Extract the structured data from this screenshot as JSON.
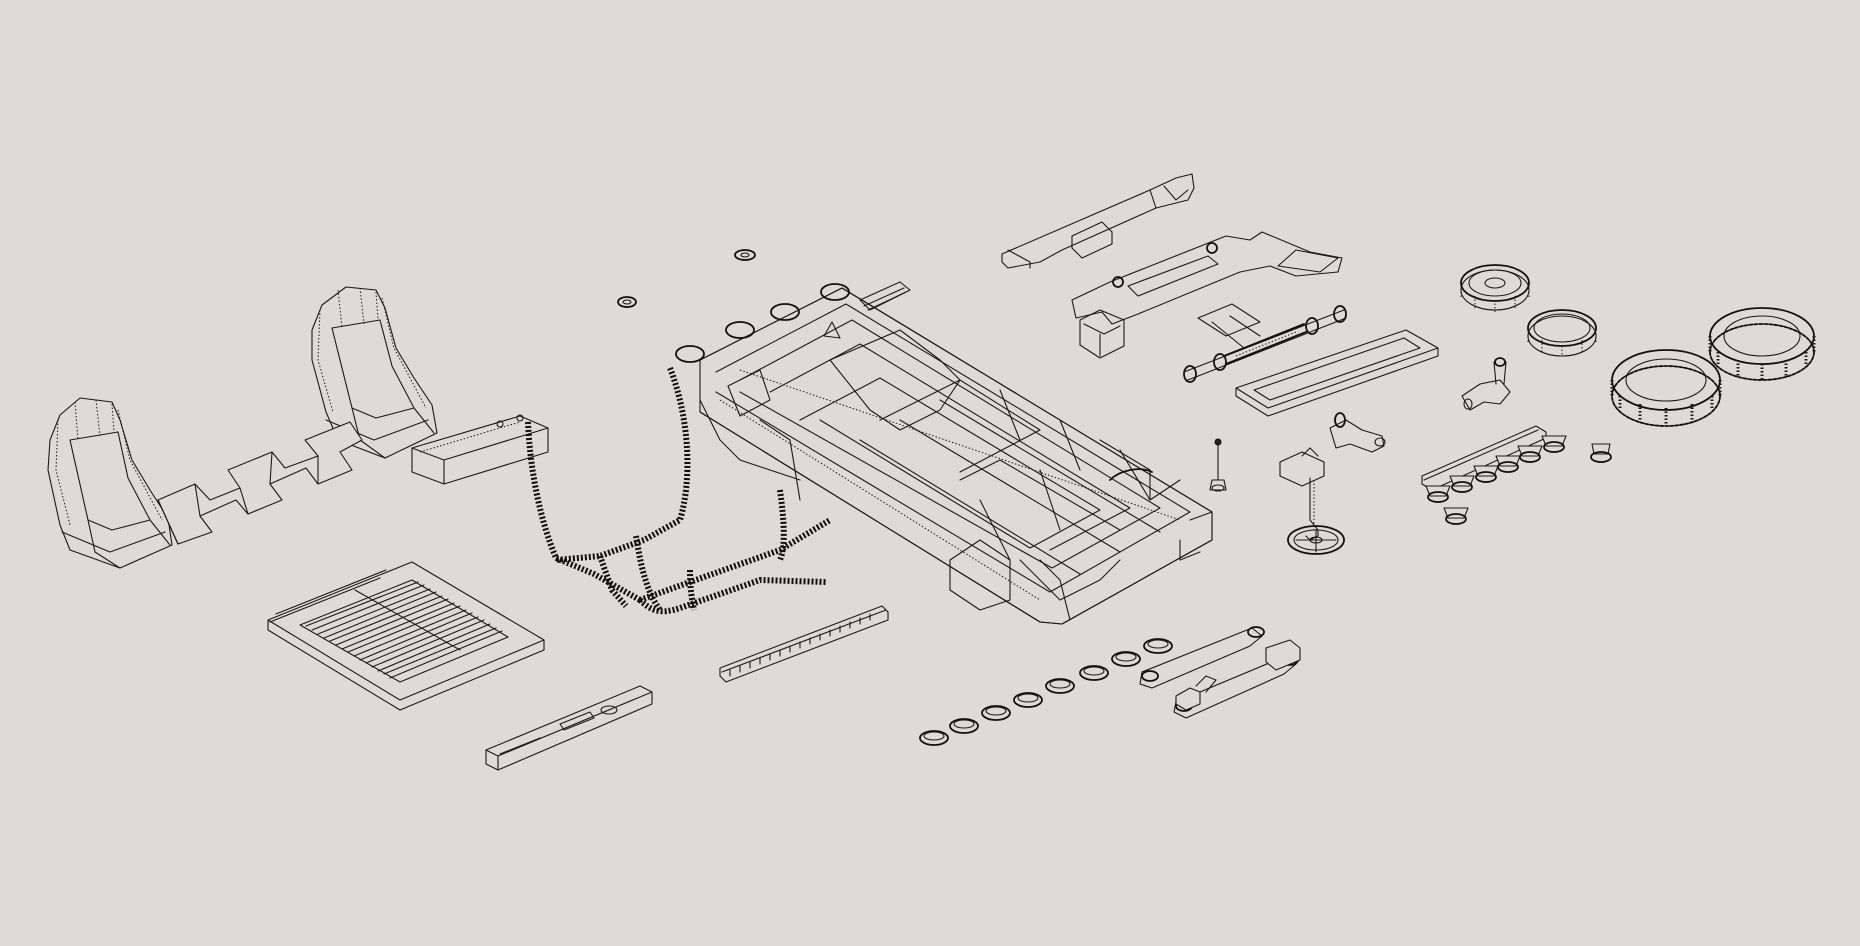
{
  "viewport": {
    "background_color": "#dcdbd7",
    "line_color": "#1a1a1a",
    "render_style": "hidden-line wireframe, isometric exploded view"
  },
  "parts": [
    "seat-left",
    "seat-right",
    "seat-rail",
    "rear-shelf",
    "floor-grille-panel",
    "rear-bumper-bar",
    "roll-cage",
    "side-step-rack",
    "chassis-body",
    "washer-left",
    "washer-right",
    "roof-light-bar",
    "front-bumper",
    "lower-frame-bracket",
    "drive-shaft",
    "skid-plate",
    "antenna",
    "steering-column",
    "steering-wheel",
    "steering-knuckle-upper",
    "steering-knuckle-right",
    "wheel-hub-set",
    "wheel-rim-inner",
    "wheel-rim-outer",
    "tire-inner",
    "tire-outer",
    "spacer-ring-set",
    "suspension-arm-set"
  ]
}
